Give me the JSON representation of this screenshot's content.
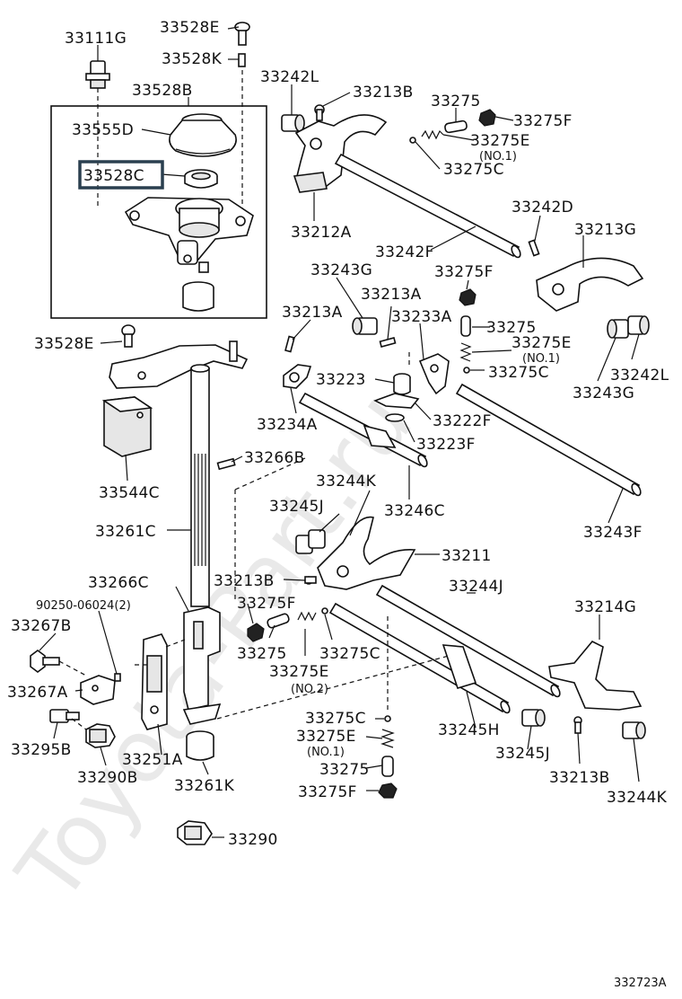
{
  "watermark": "Toyota-Part.ru",
  "diagram_code": "332723A",
  "highlighted_part": "33528C",
  "labels": {
    "l_33111G": "33111G",
    "l_33528E_top": "33528E",
    "l_33528K": "33528K",
    "l_33528B": "33528B",
    "l_33555D": "33555D",
    "l_33528C": "33528C",
    "l_33242L_top": "33242L",
    "l_33213B_top": "33213B",
    "l_33275_top": "33275",
    "l_33275F_top": "33275F",
    "l_33275E_top": "33275E",
    "l_no1_top": "(NO.1)",
    "l_33275C_top": "33275C",
    "l_33212A": "33212A",
    "l_33242F": "33242F",
    "l_33242D": "33242D",
    "l_33213G": "33213G",
    "l_33243G_mid": "33243G",
    "l_33275F_mid": "33275F",
    "l_33213A_a": "33213A",
    "l_33213A_b": "33213A",
    "l_33233A": "33233A",
    "l_33275_mid": "33275",
    "l_33275E_mid": "33275E",
    "l_no1_mid": "(NO.1)",
    "l_33275C_mid": "33275C",
    "l_33242L_mid": "33242L",
    "l_33243G_right": "33243G",
    "l_33528E_mid": "33528E",
    "l_33223": "33223",
    "l_33222F": "33222F",
    "l_33234A": "33234A",
    "l_33223F": "33223F",
    "l_33266B": "33266B",
    "l_33544C": "33544C",
    "l_33244K_top": "33244K",
    "l_33245J_top": "33245J",
    "l_33246C": "33246C",
    "l_33261C": "33261C",
    "l_33243F": "33243F",
    "l_33211": "33211",
    "l_33266C": "33266C",
    "l_33213B_mid": "33213B",
    "l_33244J": "33244J",
    "l_90250": "90250-06024(2)",
    "l_33275F_low": "33275F",
    "l_33214G": "33214G",
    "l_33267B": "33267B",
    "l_33275_low": "33275",
    "l_33275C_low": "33275C",
    "l_33275E_low": "33275E",
    "l_no2": "(NO.2)",
    "l_33267A": "33267A",
    "l_33275C_bot": "33275C",
    "l_33245H": "33245H",
    "l_33275E_bot": "33275E",
    "l_no1_bot": "(NO.1)",
    "l_33295B": "33295B",
    "l_33251A": "33251A",
    "l_33245J_bot": "33245J",
    "l_33275_bot": "33275",
    "l_33290B": "33290B",
    "l_33261K": "33261K",
    "l_33213B_bot": "33213B",
    "l_33275F_bot": "33275F",
    "l_33244K_bot": "33244K",
    "l_33290": "33290"
  }
}
